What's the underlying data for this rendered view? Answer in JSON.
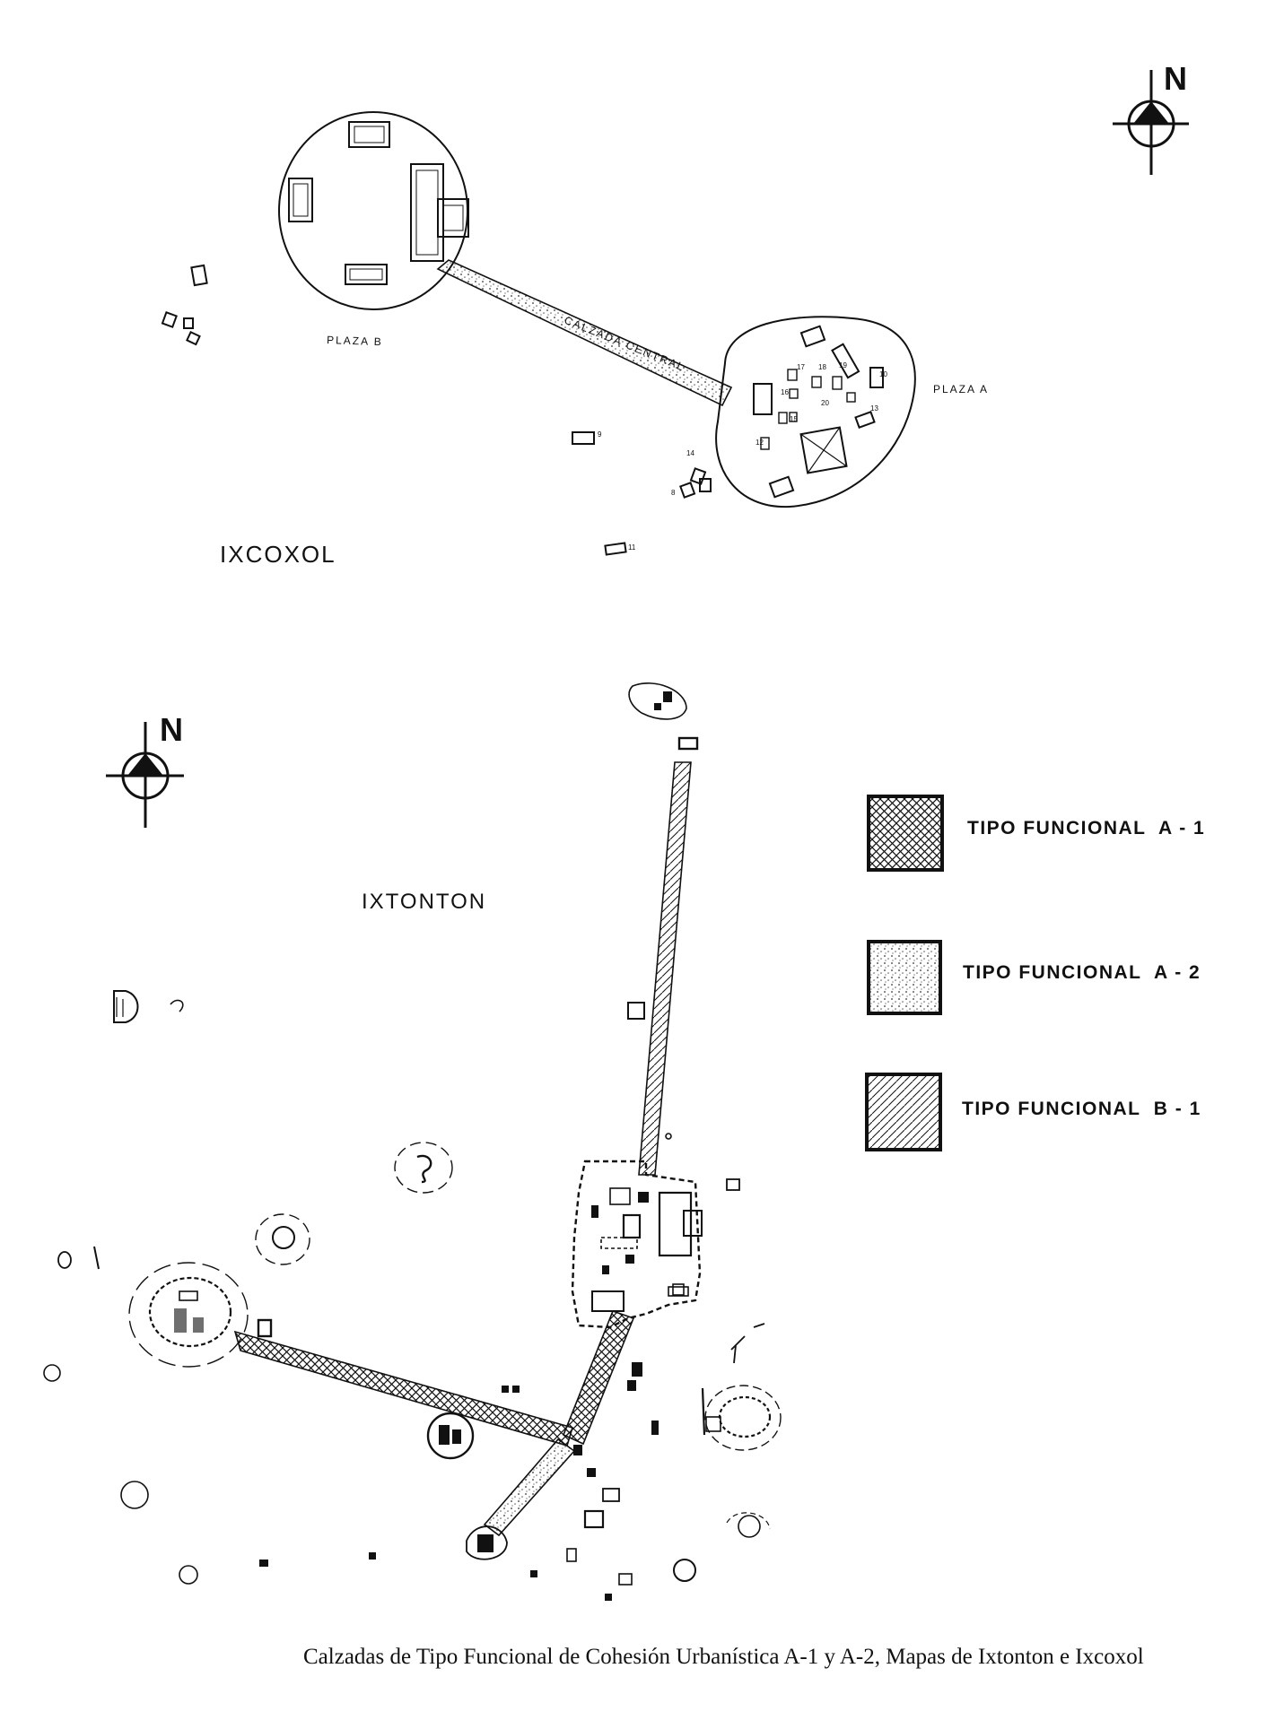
{
  "ixcoxol": {
    "site_name": "IXCOXOL",
    "plaza_b": "PLAZA B",
    "plaza_a": "PLAZA A",
    "causeway": "CALZADA CENTRAL",
    "numbers": [
      "17",
      "18",
      "16",
      "19",
      "15",
      "20",
      "13",
      "14",
      "12",
      "8",
      "9",
      "10",
      "11"
    ]
  },
  "ixtonton": {
    "site_name": "IXTONTON"
  },
  "north_label": "N",
  "legend": [
    {
      "label": "TIPO FUNCIONAL  A - 1",
      "pattern": "crosshatch"
    },
    {
      "label": "TIPO FUNCIONAL  A - 2",
      "pattern": "stipple"
    },
    {
      "label": "TIPO FUNCIONAL  B - 1",
      "pattern": "diagonal"
    }
  ],
  "caption": "Calzadas de Tipo Funcional de Cohesión Urbanística A-1 y A-2, Mapas de Ixtonton e Ixcoxol",
  "colors": {
    "ink": "#111111",
    "paper": "#ffffff"
  }
}
